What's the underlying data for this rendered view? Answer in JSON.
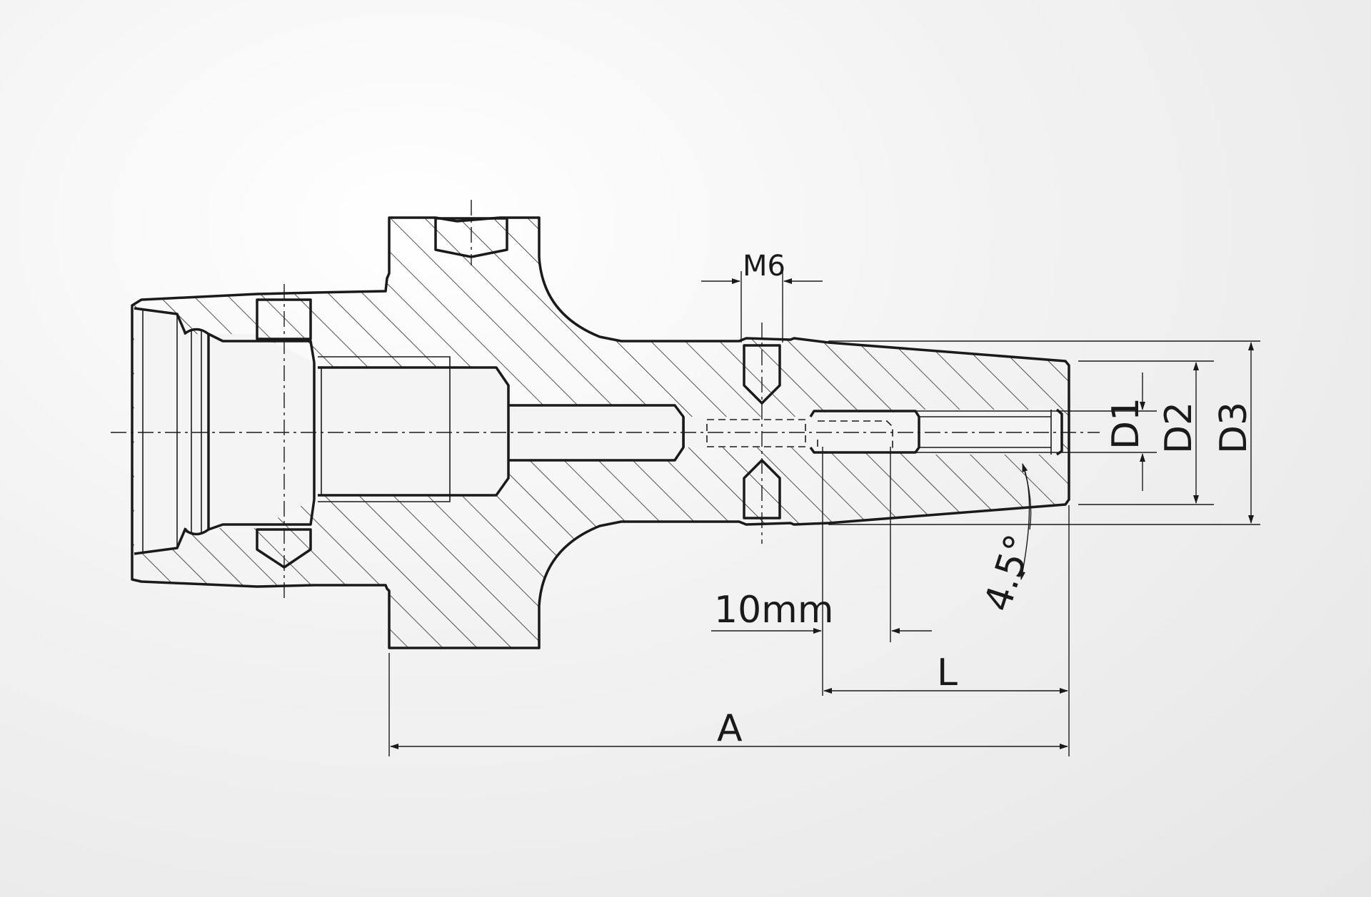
{
  "labels": {
    "thread": "M6",
    "depth": "10mm",
    "angle": "4.5°",
    "length_l": "L",
    "length_a": "A",
    "dia_1": "D1",
    "dia_2": "D2",
    "dia_3": "D3"
  }
}
